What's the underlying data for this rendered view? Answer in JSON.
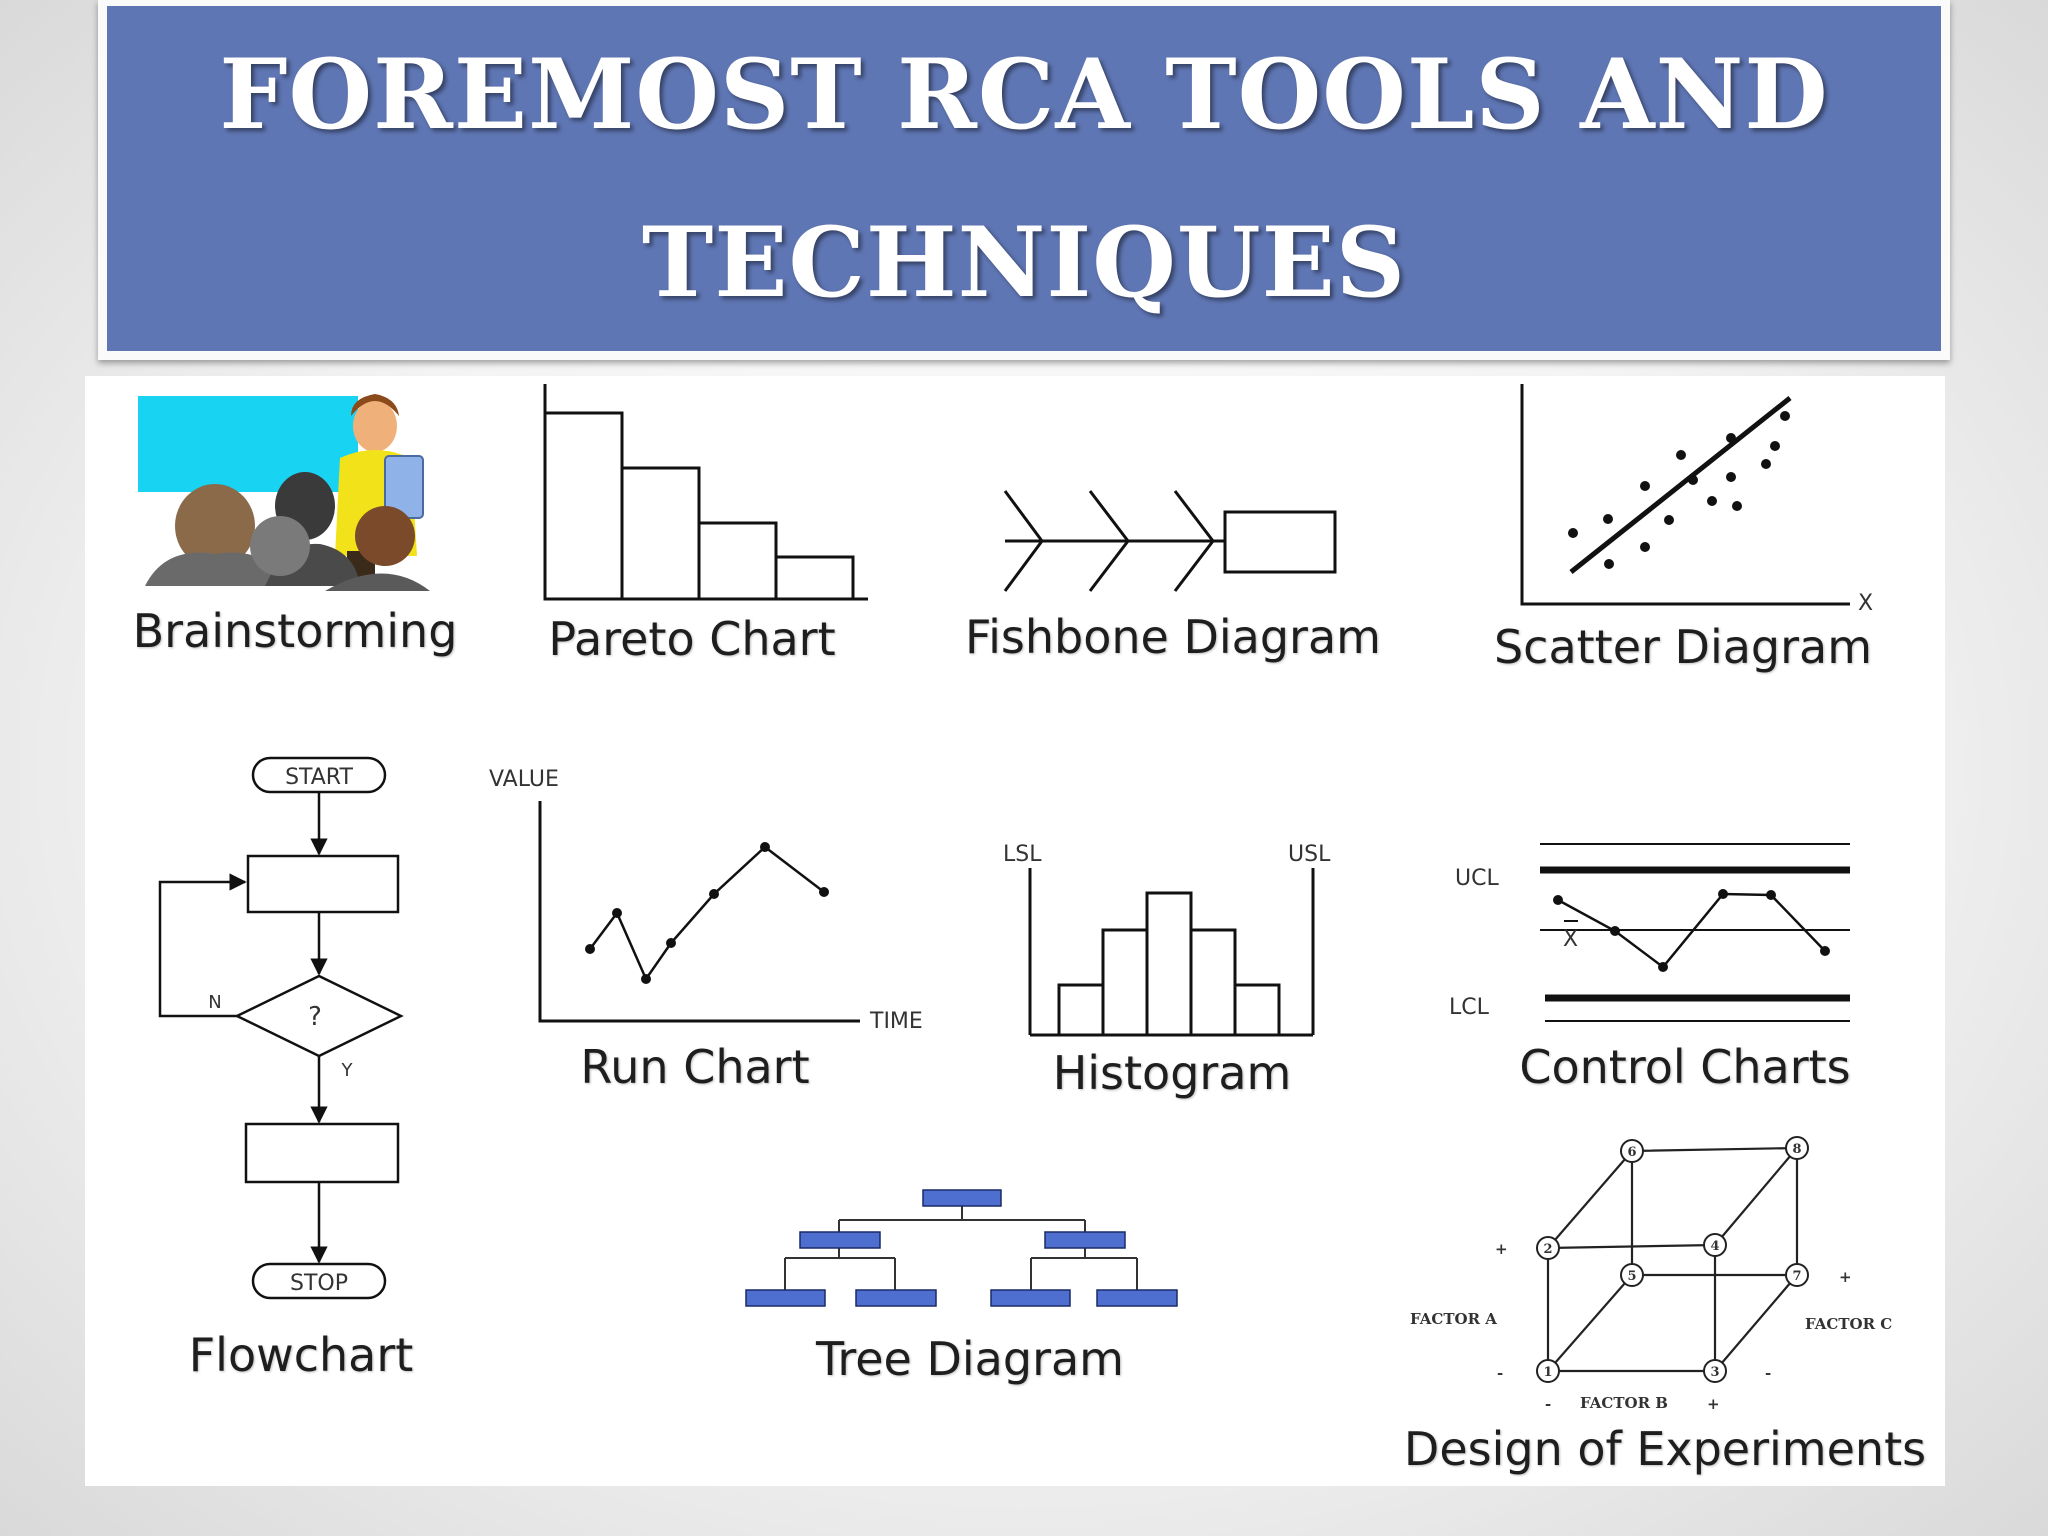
{
  "title": {
    "line1": "FOREMOST RCA TOOLS AND",
    "line2": "TECHNIQUES"
  },
  "tools": {
    "brainstorming": "Brainstorming",
    "pareto": "Pareto Chart",
    "fishbone": "Fishbone Diagram",
    "scatter": "Scatter Diagram",
    "flowchart": "Flowchart",
    "run_chart": "Run Chart",
    "histogram": "Histogram",
    "control_charts": "Control Charts",
    "tree_diagram": "Tree Diagram",
    "doe": "Design of Experiments"
  },
  "flowchart": {
    "start": "START",
    "stop": "STOP",
    "decision": "?",
    "no": "N",
    "yes": "Y"
  },
  "scatter": {
    "x_axis": "X"
  },
  "run_chart": {
    "y_axis": "VALUE",
    "x_axis": "TIME"
  },
  "histogram": {
    "lsl": "LSL",
    "usl": "USL"
  },
  "control_chart": {
    "ucl": "UCL",
    "center": "X",
    "lcl": "LCL"
  },
  "doe": {
    "factor_a": "FACTOR A",
    "factor_b": "FACTOR B",
    "factor_c": "FACTOR C",
    "plus": "+",
    "minus": "-",
    "nodes": [
      "1",
      "2",
      "3",
      "4",
      "5",
      "6",
      "7",
      "8"
    ]
  },
  "colors": {
    "banner": "#5f76b4",
    "tree_box": "#4f6fd0",
    "brainstorm_board": "#19d3f2"
  }
}
